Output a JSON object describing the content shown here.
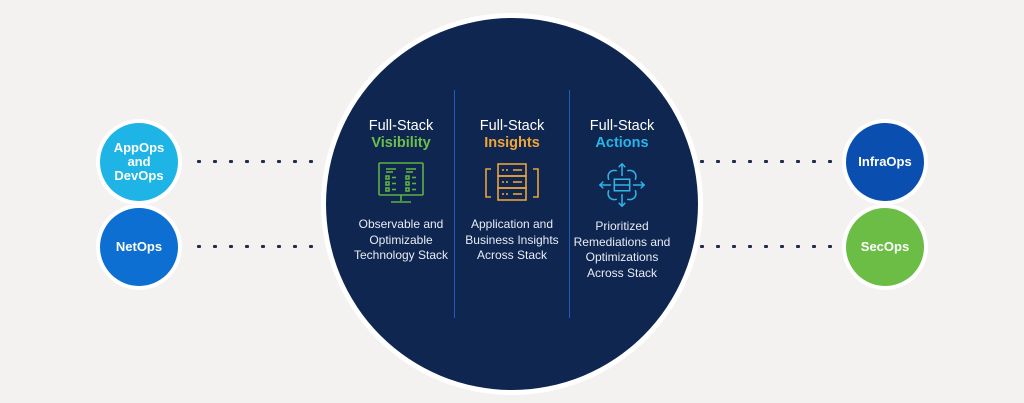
{
  "colors": {
    "background": "#f3f2f0",
    "center_circle": "#0f2650",
    "divider": "#1f5bbf",
    "visibility_accent": "#6cbf4a",
    "insights_accent": "#f0a43a",
    "actions_accent": "#27b5ea",
    "appops_circle": "#1fb4e6",
    "netops_circle": "#0d6fd1",
    "infraops_circle": "#0a4fb0",
    "secops_circle": "#6cbd45"
  },
  "left_nodes": [
    {
      "label": "AppOps and DevOps",
      "lines": [
        "AppOps",
        "and",
        "DevOps"
      ]
    },
    {
      "label": "NetOps",
      "lines": [
        "NetOps"
      ]
    }
  ],
  "right_nodes": [
    {
      "label": "InfraOps"
    },
    {
      "label": "SecOps"
    }
  ],
  "columns": [
    {
      "title_top": "Full-Stack",
      "title_accent": "Visibility",
      "icon": "monitor-checklist-icon",
      "description": "Observable and Optimizable Technology Stack"
    },
    {
      "title_top": "Full-Stack",
      "title_accent": "Insights",
      "icon": "server-stack-icon",
      "description": "Application and Business Insights Across Stack"
    },
    {
      "title_top": "Full-Stack",
      "title_accent": "Actions",
      "icon": "distribute-arrows-icon",
      "description": "Prioritized Remediations and Optimizations Across Stack"
    }
  ]
}
